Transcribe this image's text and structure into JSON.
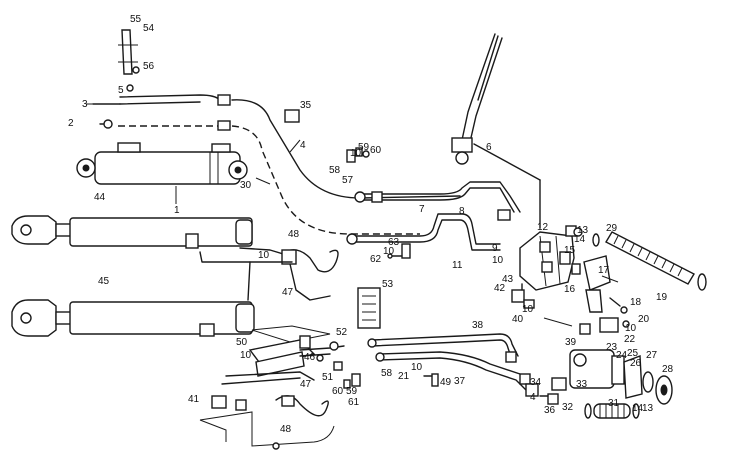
{
  "callouts": {
    "c1": "1",
    "c2": "2",
    "c3": "3",
    "c4": "4",
    "c4b": "4",
    "c5": "5",
    "c6": "6",
    "c7": "7",
    "c8": "8",
    "c9": "9",
    "c10a": "10",
    "c10b": "10",
    "c10c": "10",
    "c10d": "10",
    "c10e": "10",
    "c10f": "10",
    "c10g": "10",
    "c10h": "10",
    "c11": "11",
    "c12": "12",
    "c13a": "13",
    "c13b": "13",
    "c14a": "14",
    "c14b": "14",
    "c15": "15",
    "c16": "16",
    "c17": "17",
    "c18": "18",
    "c19": "19",
    "c20": "20",
    "c21": "21",
    "c22": "22",
    "c23": "23",
    "c24": "24",
    "c25": "25",
    "c26": "26",
    "c27": "27",
    "c28": "28",
    "c29": "29",
    "c30": "30",
    "c31": "31",
    "c32": "32",
    "c33": "33",
    "c34": "34",
    "c35": "35",
    "c36": "36",
    "c37": "37",
    "c38": "38",
    "c39": "39",
    "c40": "40",
    "c41": "41",
    "c42": "42",
    "c43": "43",
    "c44": "44",
    "c45": "45",
    "c46": "46",
    "c47a": "47",
    "c47b": "47",
    "c48a": "48",
    "c48b": "48",
    "c49": "49",
    "c50": "50",
    "c51": "51",
    "c52": "52",
    "c53": "53",
    "c54": "54",
    "c55": "55",
    "c56": "56",
    "c57": "57",
    "c58a": "58",
    "c58b": "58",
    "c59a": "59",
    "c59b": "59",
    "c60a": "60",
    "c60b": "60",
    "c61": "61",
    "c62": "62",
    "c63": "63"
  }
}
